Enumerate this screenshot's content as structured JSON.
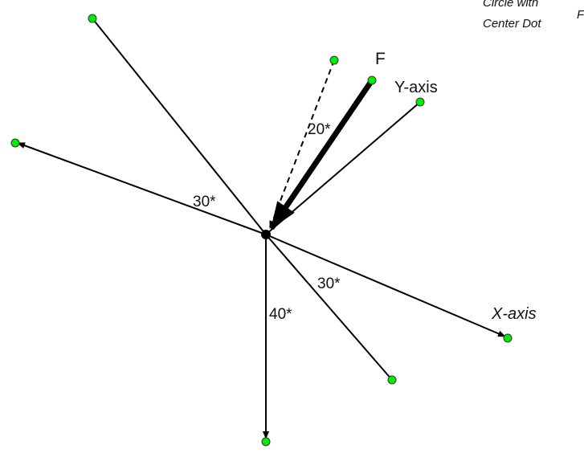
{
  "legend": {
    "line1": "Circle with",
    "line2": "Center Dot",
    "cut_label": "F"
  },
  "labels": {
    "force": "F",
    "y_axis": "Y-axis",
    "x_axis": "X-axis",
    "angle_20": "20*",
    "angle_30_left": "30*",
    "angle_30_right": "30*",
    "angle_40": "40*"
  },
  "colors": {
    "handle": "#00ee00",
    "line": "#000000"
  }
}
